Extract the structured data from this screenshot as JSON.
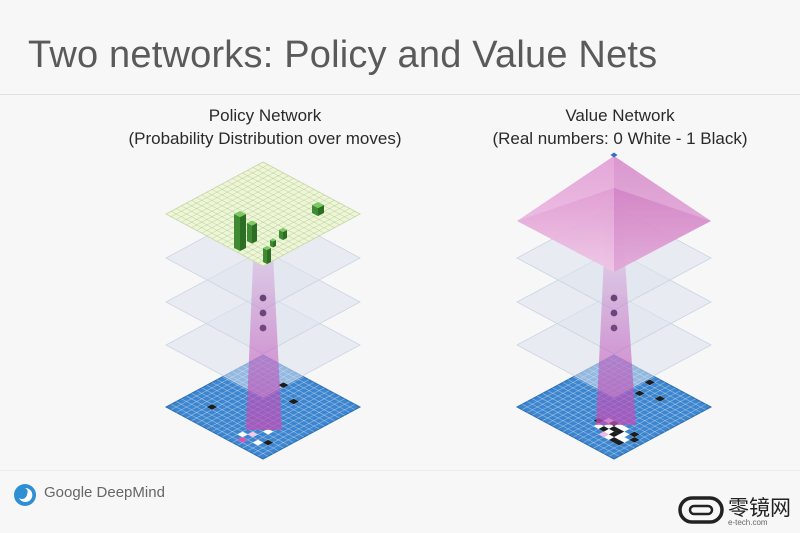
{
  "slide": {
    "title": "Two networks: Policy and Value Nets"
  },
  "policy_network": {
    "title": "Policy Network",
    "subtitle": "(Probability Distribution over moves)"
  },
  "value_network": {
    "title": "Value Network",
    "subtitle": "(Real numbers: 0 White - 1 Black)"
  },
  "footer": {
    "logo_text": "Google DeepMind"
  },
  "watermark": {
    "text": "零镜网",
    "url": "e-tech.com"
  },
  "colors": {
    "board_blue": "#3d86cf",
    "policy_plane": "#eef6d8",
    "probability_green": "#4c9a3a",
    "value_pink": "#e8a2d6",
    "hidden_layer": "#dde4ee",
    "dot": "#3a3f58"
  }
}
